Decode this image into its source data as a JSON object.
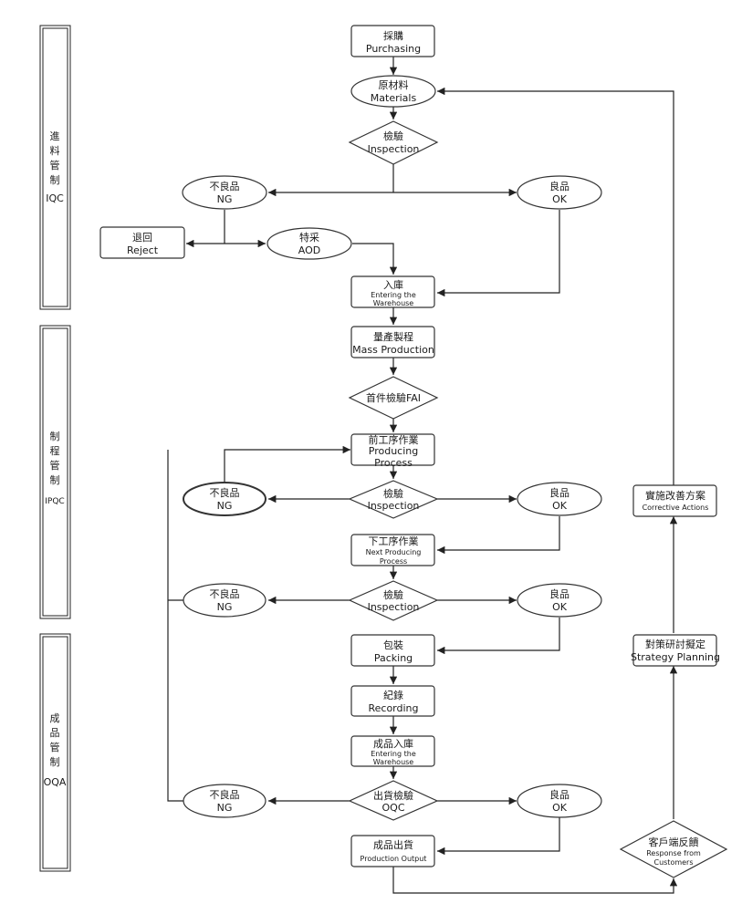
{
  "sidebar": {
    "iqc": {
      "chars": [
        "進",
        "料",
        "管",
        "制"
      ],
      "code": "IQC"
    },
    "ipqc": {
      "chars": [
        "制",
        "程",
        "管",
        "制"
      ],
      "code": "IPQC"
    },
    "oqa": {
      "chars": [
        "成",
        "品",
        "管",
        "制"
      ],
      "code": "OQA"
    }
  },
  "nodes": {
    "purchasing": {
      "zh": "採購",
      "en": "Purchasing"
    },
    "materials": {
      "zh": "原材料",
      "en": "Materials"
    },
    "inspection1": {
      "zh": "檢驗",
      "en": "Inspection"
    },
    "ng1": {
      "zh": "不良品",
      "en": "NG"
    },
    "ok1": {
      "zh": "良品",
      "en": "OK"
    },
    "reject": {
      "zh": "退回",
      "en": "Reject"
    },
    "aod": {
      "zh": "特采",
      "en": "AOD"
    },
    "warehouse1": {
      "zh": "入庫",
      "en1": "Entering the",
      "en2": "Warehouse"
    },
    "mass_production": {
      "zh": "量產製程",
      "en": "Mass Production"
    },
    "fai": {
      "zh": "首件檢驗FAI"
    },
    "producing": {
      "zh": "前工序作業",
      "en1": "Producing",
      "en2": "Process"
    },
    "inspection2": {
      "zh": "檢驗",
      "en": "Inspection"
    },
    "ng2": {
      "zh": "不良品",
      "en": "NG"
    },
    "ok2": {
      "zh": "良品",
      "en": "OK"
    },
    "next_producing": {
      "zh": "下工序作業",
      "en1": "Next Producing",
      "en2": "Process"
    },
    "inspection3": {
      "zh": "檢驗",
      "en": "Inspection"
    },
    "ng3": {
      "zh": "不良品",
      "en": "NG"
    },
    "ok3": {
      "zh": "良品",
      "en": "OK"
    },
    "packing": {
      "zh": "包裝",
      "en": "Packing"
    },
    "recording": {
      "zh": "紀錄",
      "en": "Recording"
    },
    "warehouse2": {
      "zh": "成品入庫",
      "en1": "Entering the",
      "en2": "Warehouse"
    },
    "oqc": {
      "zh": "出貨檢驗",
      "en": "OQC"
    },
    "ng4": {
      "zh": "不良品",
      "en": "NG"
    },
    "ok4": {
      "zh": "良品",
      "en": "OK"
    },
    "output": {
      "zh": "成品出貨",
      "en": "Production Output"
    },
    "customer_response": {
      "zh": "客戶端反饋",
      "en1": "Response from",
      "en2": "Customers"
    },
    "strategy": {
      "zh": "對策研討擬定",
      "en": "Strategy Planning"
    },
    "corrective": {
      "zh": "實施改善方案",
      "en": "Corrective Actions"
    }
  }
}
